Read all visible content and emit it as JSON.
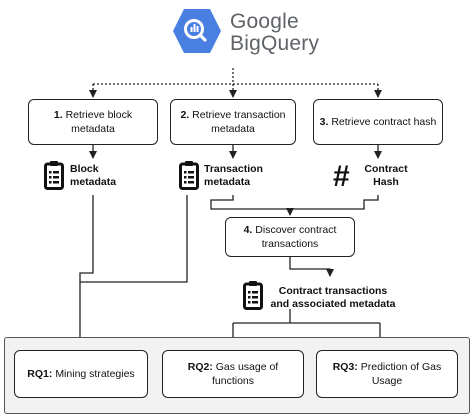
{
  "logo": {
    "word1": "Google",
    "word2": "BigQuery",
    "icon": "bigquery-icon",
    "color": "#4a7fe2"
  },
  "steps": [
    {
      "num": "1.",
      "text": "Retrieve block metadata"
    },
    {
      "num": "2.",
      "text": "Retrieve transaction metadata"
    },
    {
      "num": "3.",
      "text": "Retrieve contract hash"
    },
    {
      "num": "4.",
      "text": "Discover contract transactions"
    }
  ],
  "outputs": {
    "block": "Block metadata",
    "transaction": "Transaction metadata",
    "hash": "Contract Hash",
    "hash_symbol": "#",
    "contract": "Contract transactions and associated metadata"
  },
  "research_questions": [
    {
      "id": "RQ1:",
      "text": "Mining strategies"
    },
    {
      "id": "RQ2:",
      "text": "Gas usage of functions"
    },
    {
      "id": "RQ3:",
      "text": "Prediction of Gas Usage"
    }
  ]
}
